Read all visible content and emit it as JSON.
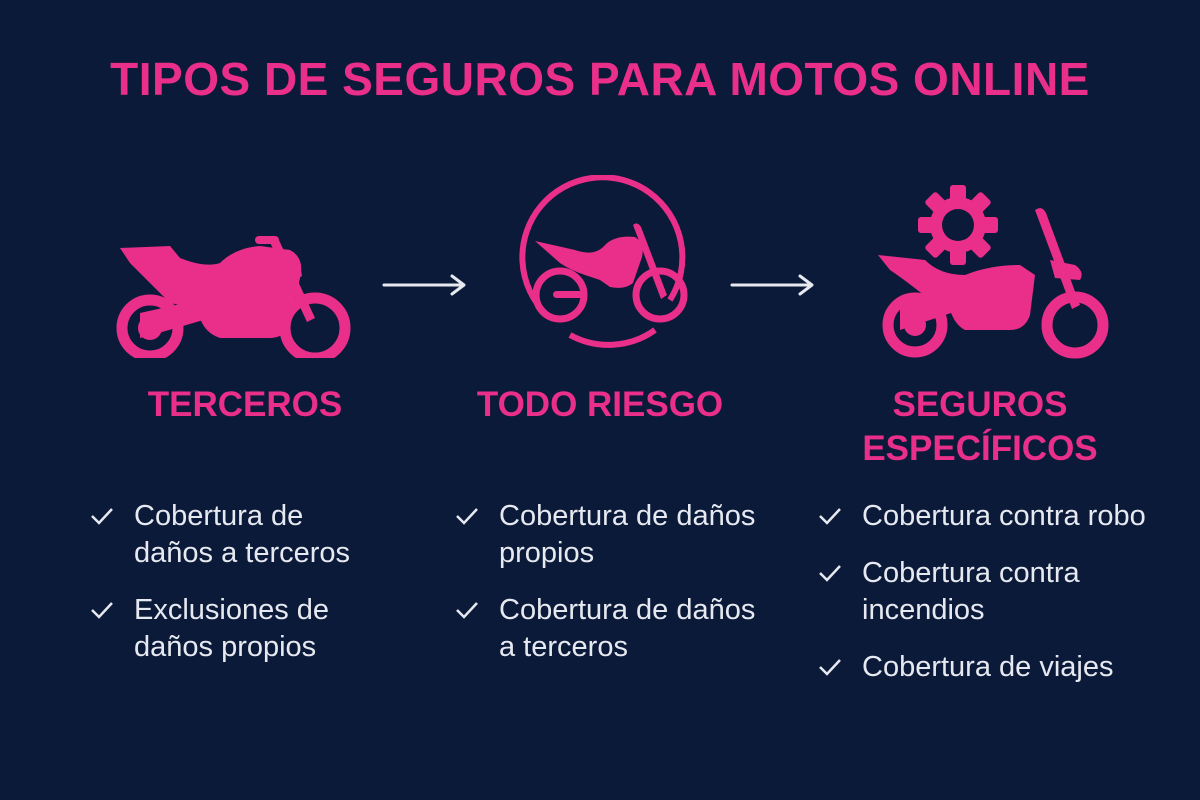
{
  "title": "TIPOS DE SEGUROS PARA MOTOS ONLINE",
  "colors": {
    "background": "#0c1a3a",
    "accent": "#ea2f8a",
    "text": "#e6e9f0"
  },
  "columns": [
    {
      "icon": "motorcycle-icon",
      "title": "TERCEROS",
      "items": [
        "Cobertura de daños a terceros",
        "Exclusiones de daños propios"
      ]
    },
    {
      "icon": "motorcycle-in-circle-icon",
      "title": "TODO RIESGO",
      "items": [
        "Cobertura de daños propios",
        "Cobertura de daños a terceros"
      ]
    },
    {
      "icon": "motorcycle-gear-icon",
      "title": "SEGUROS ESPECÍFICOS",
      "title_lines": [
        "SEGUROS",
        "ESPECÍFICOS"
      ],
      "items": [
        "Cobertura contra robo",
        "Cobertura contra incendios",
        "Cobertura de viajes"
      ]
    }
  ],
  "arrows": [
    "arrow-right-icon",
    "arrow-right-icon"
  ]
}
